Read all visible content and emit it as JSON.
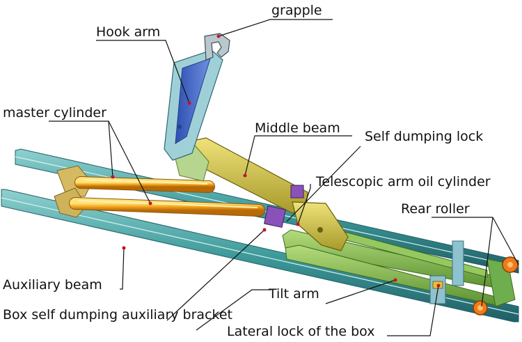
{
  "labels": {
    "grapple": "grapple",
    "hook_arm": "Hook arm",
    "master_cylinder": "master cylinder",
    "middle_beam": "Middle beam",
    "self_dumping_lock": "Self dumping lock",
    "telescopic_arm_oil_cylinder": "Telescopic arm oil cylinder",
    "rear_roller": "Rear roller",
    "auxiliary_beam": "Auxiliary beam",
    "tilt_arm": "Tilt arm",
    "box_self_dumping_auxiliary_bracket": "Box self dumping auxiliary bracket",
    "lateral_lock_of_the_box": "Lateral lock of the box"
  },
  "colors": {
    "rail_green": "#3e9a9a",
    "rail_dark": "#1f5f66",
    "cylinder_orange": "#f0a21a",
    "beam_yellow": "#c9b83a",
    "hook_blue": "#3a5fc4",
    "subframe_green": "#7bb34a",
    "roller_orange": "#f07a1a",
    "bracket_purple": "#7a3fa0",
    "marker_red": "#c8102e"
  }
}
